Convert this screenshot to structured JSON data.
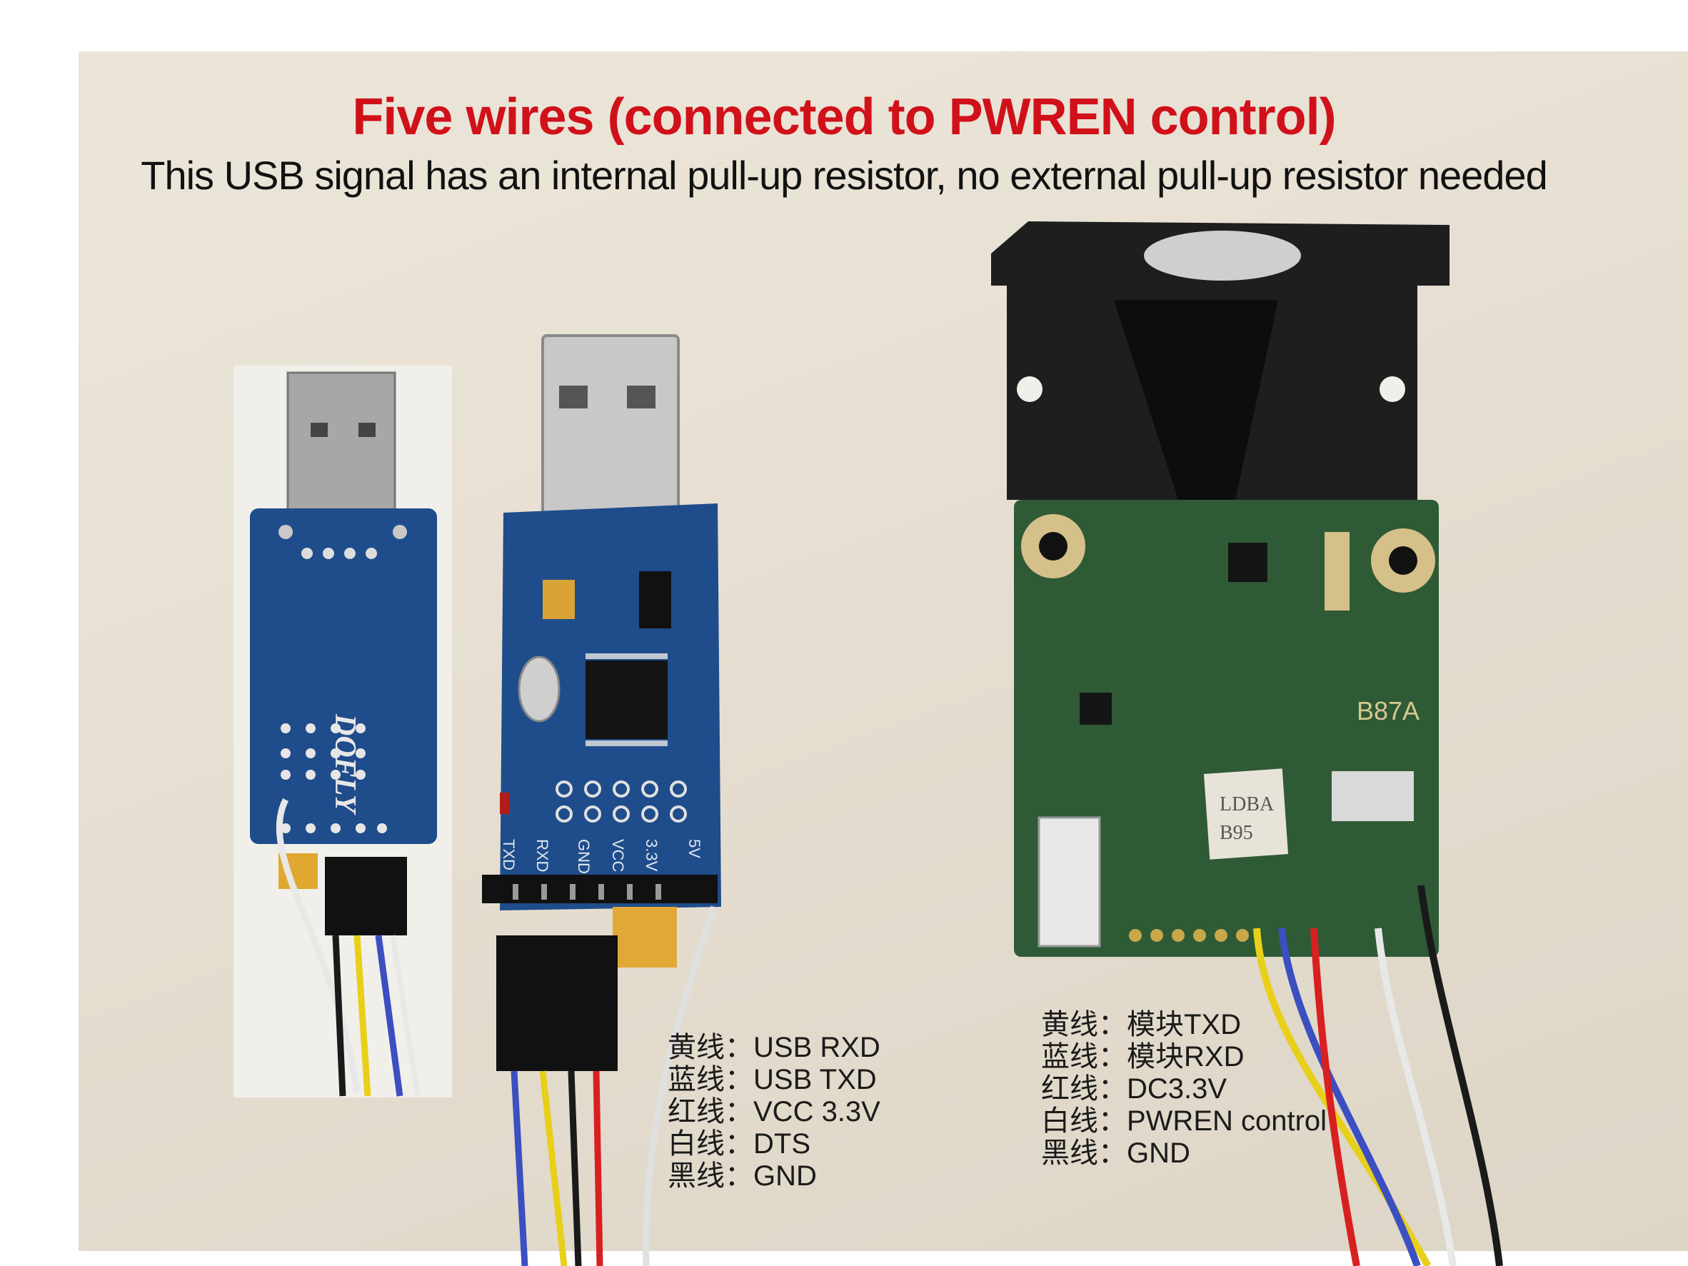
{
  "heading": {
    "title": "Five wires (connected to PWREN control)",
    "subtitle": "This USB signal has an internal pull-up resistor, no external pull-up resistor needed"
  },
  "boards": {
    "left_brand": "DOFLY",
    "center_pins": [
      "TXD",
      "RXD",
      "GND",
      "VCC",
      "3.3V",
      "5V"
    ],
    "sensor_code": "B87A",
    "sensor_sticker": [
      "LDBA",
      "B95"
    ]
  },
  "usb_wire_legend": [
    "黄线：USB RXD",
    "蓝线：USB TXD",
    "红线：VCC 3.3V",
    "白线：DTS",
    "黑线：GND"
  ],
  "module_wire_legend": [
    "黄线：模块TXD",
    "蓝线：模块RXD",
    "红线：DC3.3V",
    "白线：PWREN control",
    "黑线：GND"
  ],
  "colors": {
    "title": "#d0111a",
    "pcb_blue": "#1f4c8a",
    "pcb_green": "#2f5a36",
    "wire_yellow": "#e8cf1a",
    "wire_blue": "#3b4fc0",
    "wire_red": "#d82020",
    "wire_white": "#e8e8e8",
    "wire_black": "#1a1a1a"
  }
}
